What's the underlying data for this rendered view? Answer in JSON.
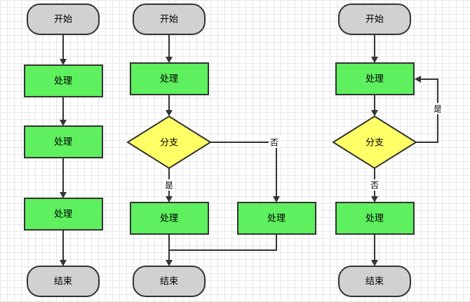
{
  "flowcharts": {
    "sequential": {
      "start": "开始",
      "step1": "处理",
      "step2": "处理",
      "step3": "处理",
      "end": "结束"
    },
    "branch": {
      "start": "开始",
      "step1": "处理",
      "decision": "分支",
      "yes_label": "是",
      "no_label": "否",
      "yes_step": "处理",
      "no_step": "处理",
      "end": "结束"
    },
    "loop": {
      "start": "开始",
      "step1": "处理",
      "decision": "分支",
      "yes_label": "是",
      "no_label": "否",
      "step2": "处理",
      "end": "结束"
    }
  },
  "colors": {
    "terminal": "#d1d1d1",
    "process": "#5ef05e",
    "decision": "#ffff66",
    "stroke": "#333333"
  }
}
